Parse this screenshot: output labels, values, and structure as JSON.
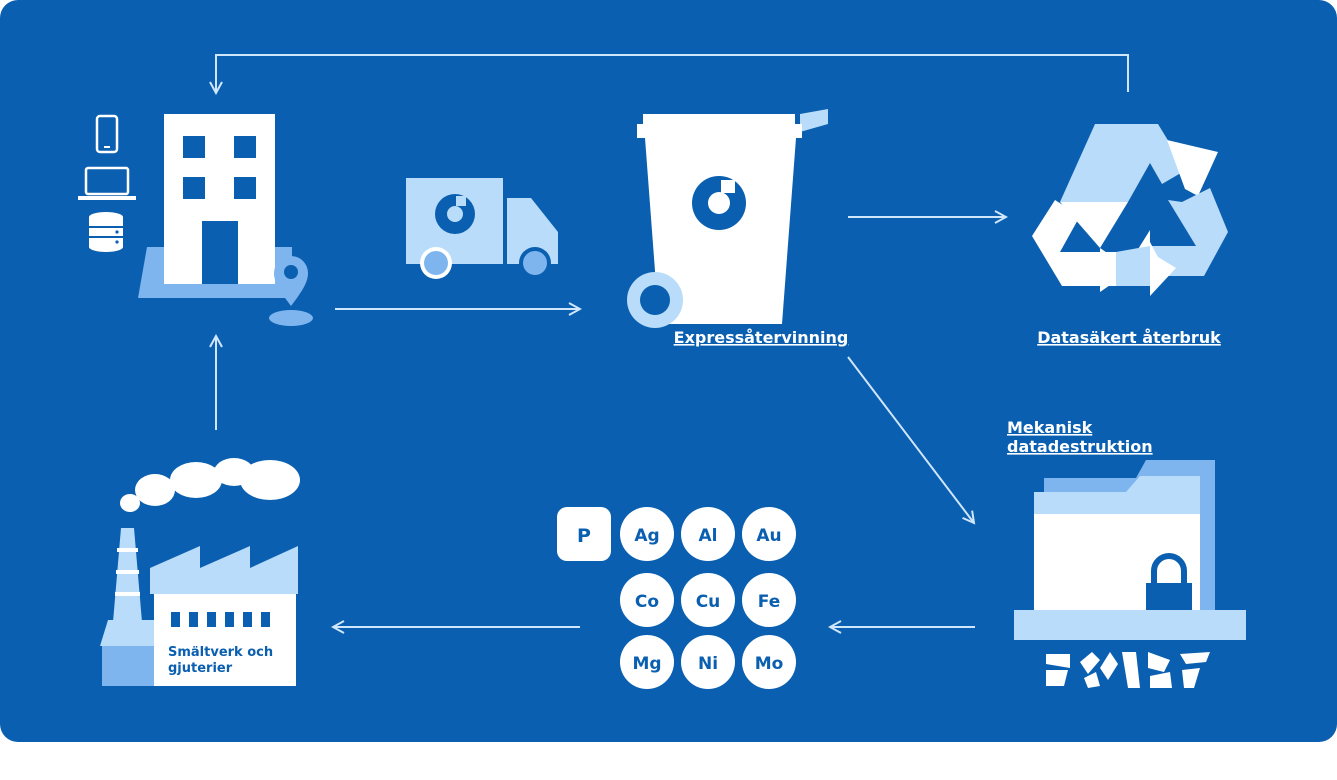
{
  "labels": {
    "express": "Expressåtervinning",
    "reuse": "Datasäkert återbruk",
    "destruction_line1": "Mekanisk",
    "destruction_line2": "datadestruktion",
    "smelter_line1": "Smältverk och",
    "smelter_line2": "gjuterier"
  },
  "elements": [
    "P",
    "Ag",
    "Al",
    "Au",
    "Co",
    "Cu",
    "Fe",
    "Mg",
    "Ni",
    "Mo"
  ],
  "icons": [
    "phone-icon",
    "laptop-icon",
    "server-icon",
    "office-building-icon",
    "location-pin-icon",
    "delivery-truck-icon",
    "recycling-bin-icon",
    "recycle-symbol-icon",
    "shredder-icon",
    "padlock-icon",
    "factory-icon"
  ],
  "colors": {
    "background": "#0a5fb0",
    "white": "#ffffff",
    "light_blue": "#b8dcf9",
    "mid_blue": "#7eb5ee",
    "arrow": "#cfe6fb"
  }
}
